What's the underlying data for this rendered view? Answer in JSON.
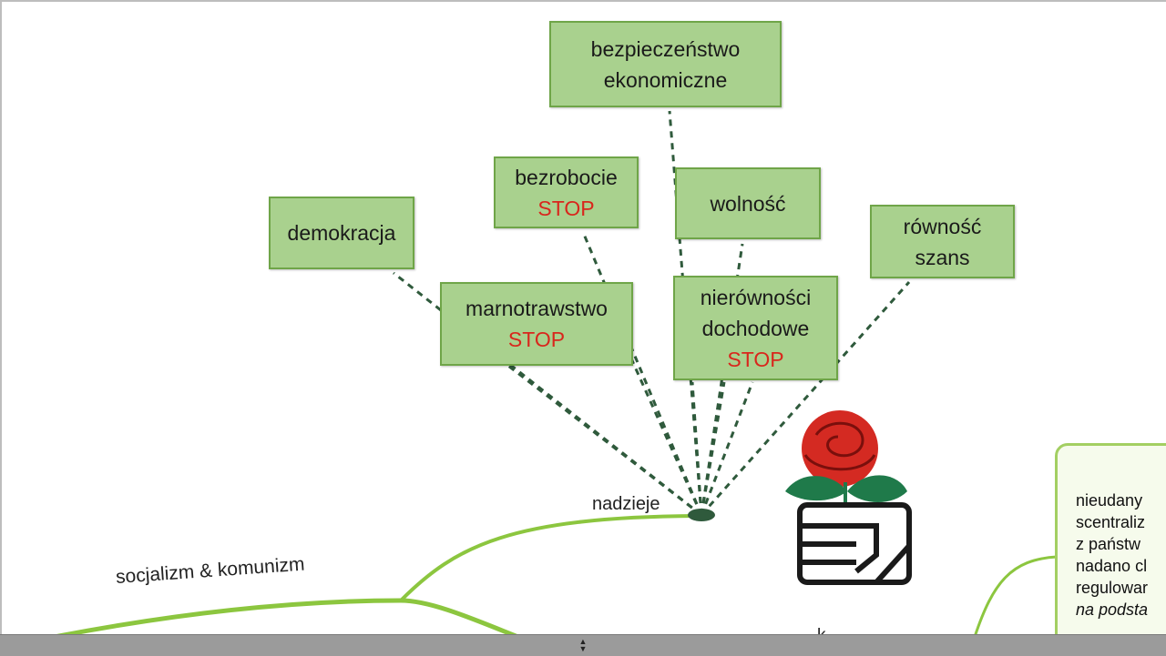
{
  "mindmap": {
    "branch_main": "socjalizm & komunizm",
    "branch_hopes": "nadzieje",
    "nodes": {
      "bezpieczenstwo": [
        "bezpieczeństwo",
        "ekonomiczne"
      ],
      "bezrobocie": [
        "bezrobocie",
        "STOP"
      ],
      "wolnosc": [
        "wolność"
      ],
      "demokracja": [
        "demokracja"
      ],
      "rownosc": [
        "równość",
        "szans"
      ],
      "marnotrawstwo": [
        "marnotrawstwo",
        "STOP"
      ],
      "nierownosci": [
        "nierówności",
        "dochodowe",
        "STOP"
      ]
    },
    "note_lines": [
      "nieudany",
      "scentraliz",
      "z państw",
      "nadano cl",
      "regulowar",
      "na podsta"
    ],
    "partial_label": "k"
  },
  "colors": {
    "node_fill": "#a9d18e",
    "node_border": "#6fa548",
    "stop_text": "#d9261c",
    "branch_line": "#8cc63f",
    "connector": "#2f5a3c"
  },
  "icons": {
    "emblem": "rose-in-fist-icon",
    "resize": "resize-handle-icon"
  }
}
